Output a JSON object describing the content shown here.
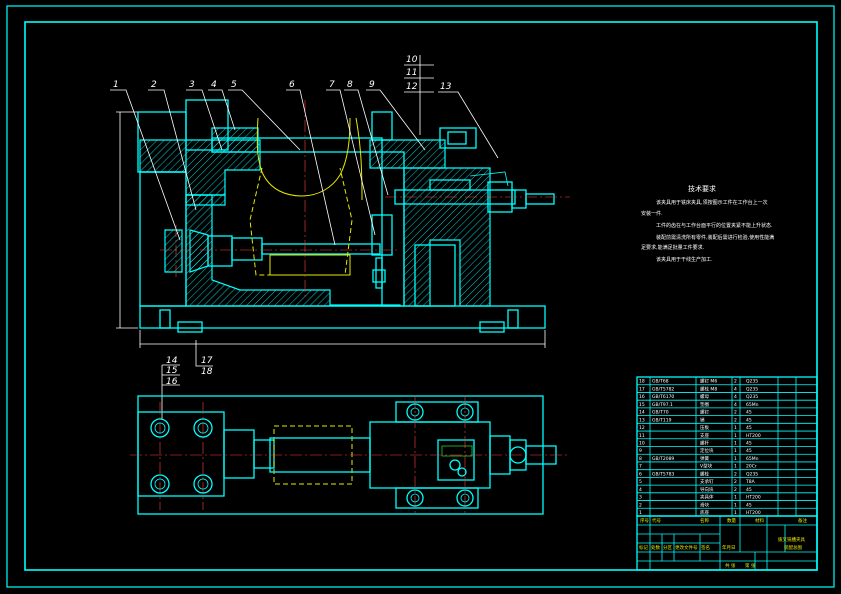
{
  "part_labels": [
    "1",
    "2",
    "3",
    "4",
    "5",
    "6",
    "7",
    "8",
    "9",
    "10",
    "11",
    "12",
    "13",
    "14",
    "15",
    "16",
    "17",
    "18"
  ],
  "tech_requirements": {
    "title": "技术要求",
    "lines": [
      "该夹具用于铣床夹具,须按图示工件在工作台上一次",
      "安装一件.",
      "工件的齿在与工作台面平行的位置夹紧不能上升状态.",
      "装配前需清洗所有零件,装配后需进行检验,使用性能满",
      "足要求,能满足批量工件要求.",
      "该夹具用于干线生产加工."
    ]
  },
  "bom_rows": [
    {
      "no": "18",
      "code": "GB/T68",
      "name": "螺钉 M6",
      "qty": "2",
      "material": "Q235"
    },
    {
      "no": "17",
      "code": "GB/T5782",
      "name": "螺栓 M8",
      "qty": "4",
      "material": "Q235"
    },
    {
      "no": "16",
      "code": "GB/T6170",
      "name": "螺母",
      "qty": "4",
      "material": "Q235"
    },
    {
      "no": "15",
      "code": "GB/T97.1",
      "name": "垫圈",
      "qty": "4",
      "material": "65Mn"
    },
    {
      "no": "14",
      "code": "GB/T70",
      "name": "螺钉",
      "qty": "2",
      "material": "45"
    },
    {
      "no": "13",
      "code": "GB/T119",
      "name": "销",
      "qty": "2",
      "material": "45"
    },
    {
      "no": "12",
      "code": "",
      "name": "压板",
      "qty": "1",
      "material": "45"
    },
    {
      "no": "11",
      "code": "",
      "name": "支座",
      "qty": "1",
      "material": "HT200"
    },
    {
      "no": "10",
      "code": "",
      "name": "螺杆",
      "qty": "1",
      "material": "45"
    },
    {
      "no": "9",
      "code": "",
      "name": "定位块",
      "qty": "1",
      "material": "45"
    },
    {
      "no": "8",
      "code": "GB/T2089",
      "name": "弹簧",
      "qty": "1",
      "material": "65Mn"
    },
    {
      "no": "7",
      "code": "",
      "name": "V型块",
      "qty": "1",
      "material": "20Cr"
    },
    {
      "no": "6",
      "code": "GB/T5783",
      "name": "螺栓",
      "qty": "2",
      "material": "Q235"
    },
    {
      "no": "5",
      "code": "",
      "name": "支承钉",
      "qty": "2",
      "material": "T8A"
    },
    {
      "no": "4",
      "code": "",
      "name": "导向块",
      "qty": "2",
      "material": "45"
    },
    {
      "no": "3",
      "code": "",
      "name": "夹具体",
      "qty": "1",
      "material": "HT200"
    },
    {
      "no": "2",
      "code": "",
      "name": "滑块",
      "qty": "1",
      "material": "45"
    },
    {
      "no": "1",
      "code": "",
      "name": "底座",
      "qty": "1",
      "material": "HT200"
    }
  ],
  "title_block": {
    "drawing_title": "拨叉铣槽夹具",
    "drawing_subtitle": "装配总图",
    "header_cells": [
      "序号",
      "代号",
      "名称",
      "数量",
      "材料",
      "备注"
    ],
    "footer_cells": [
      "标记",
      "处数",
      "分区",
      "更改文件号",
      "签名",
      "年月日"
    ],
    "bottom_cells": [
      "共 张",
      "第 张"
    ]
  },
  "colors": {
    "frame": "#00ffff",
    "dim": "#ffffff",
    "workpiece": "#e8e800",
    "center_line": "#ff4040",
    "background": "#000000"
  }
}
